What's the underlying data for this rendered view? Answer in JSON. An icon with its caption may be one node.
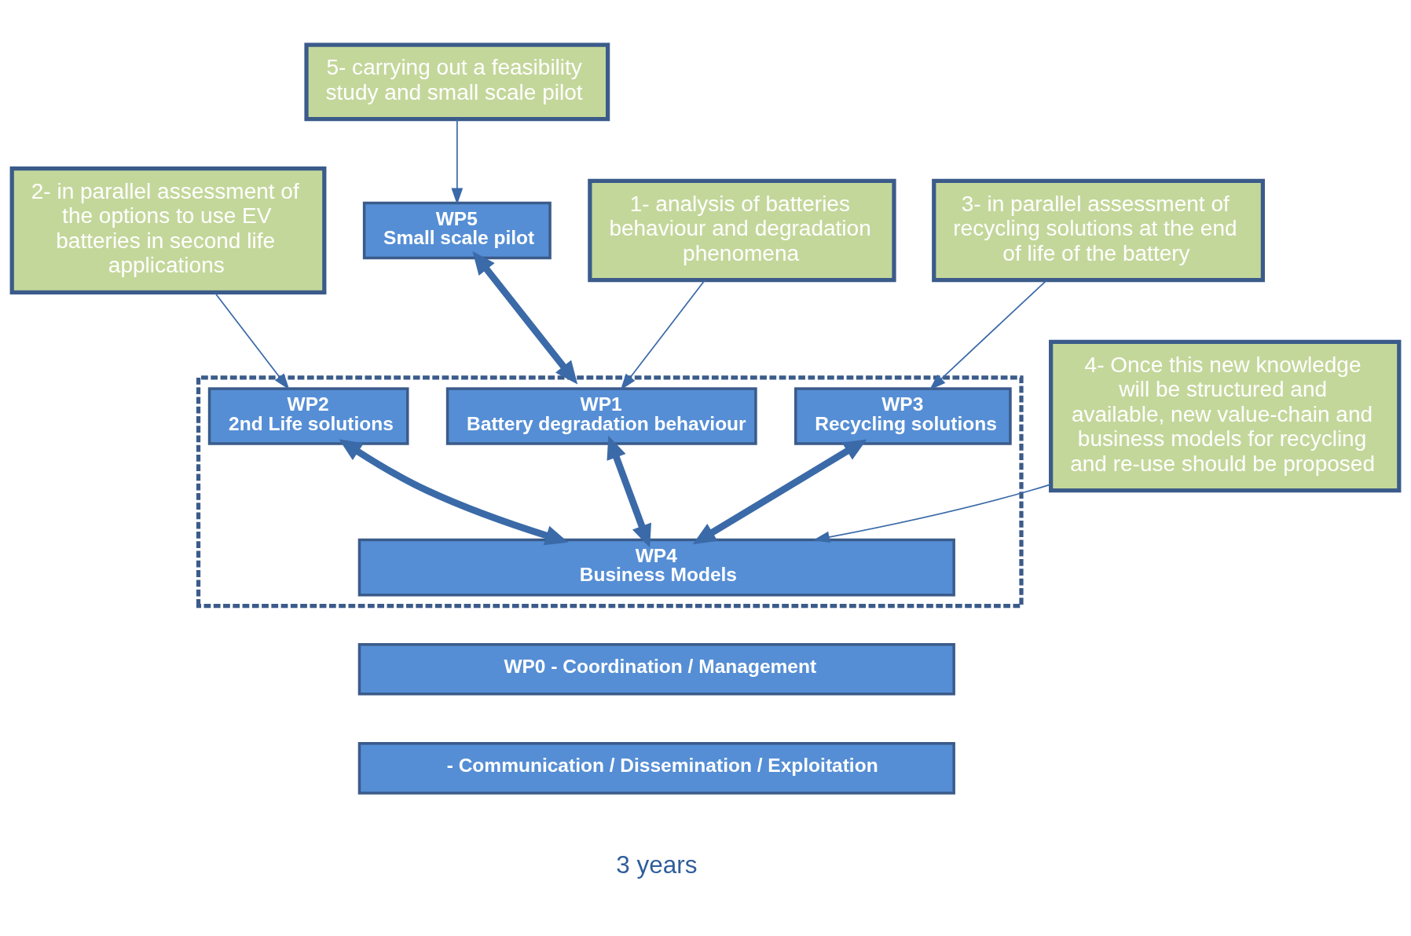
{
  "diagram": {
    "nodes": [
      {
        "text": [
          "2- in parallel assessment of the options to use EV batteries in second life applications"
        ]
      },
      {
        "text": [
          "5- carrying out a feasibility study and small scale pilot"
        ]
      },
      {
        "text": [
          "WP5",
          "Small scale pilot"
        ]
      },
      {
        "text": [
          "1- analysis of batteries behaviour and degradation phenomena"
        ]
      },
      {
        "text": [
          "3- in parallel assessment of recycling solutions at the end of life of the battery"
        ]
      },
      {
        "text": [],
        "shape": "box"
      },
      {
        "text": [
          "WP1",
          "Battery degradation behaviour"
        ],
        "in": 5
      },
      {
        "text": [
          "WP2",
          "2nd Life solutions"
        ],
        "in": 5
      },
      {
        "text": [
          "WP3",
          "Recycling solutions"
        ],
        "in": 5
      },
      {
        "text": [
          "4- Once this new knowledge will be structured and available, new value-chain and business models for recycling and re-use should be proposed"
        ]
      },
      {
        "text": [
          "WP4",
          "Business Models"
        ],
        "in": 5
      },
      {
        "text": [
          "WP0 - Coordination / Management"
        ]
      },
      {
        "text": [
          "- Communication / Dissemination / Exploitation"
        ]
      }
    ],
    "edges": [
      {
        "from": 0,
        "to": 7,
        "arrow": "to"
      },
      {
        "from": 1,
        "to": 2,
        "arrow": "to"
      },
      {
        "from": 3,
        "to": 6,
        "arrow": "to"
      },
      {
        "from": 4,
        "to": 8,
        "arrow": "to"
      },
      {
        "from": 9,
        "to": 10,
        "arrow": "to"
      },
      {
        "from": 2,
        "to": 5,
        "arrow": "both",
        "style": "thick"
      },
      {
        "from": 6,
        "to": 10,
        "arrow": "both",
        "style": "thick"
      },
      {
        "from": 7,
        "to": 10,
        "arrow": "both",
        "style": "thick"
      },
      {
        "from": 8,
        "to": 10,
        "arrow": "both",
        "style": "thick"
      }
    ],
    "labels": [
      "3 years"
    ]
  }
}
